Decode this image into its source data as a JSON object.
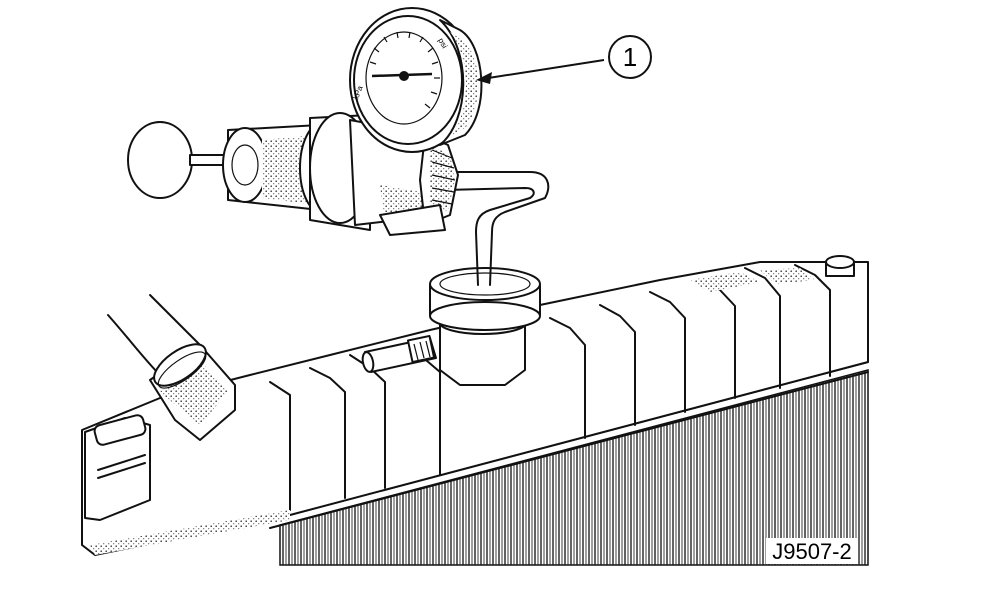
{
  "callouts": [
    {
      "number": "1"
    }
  ],
  "figure_id": "J9507-2",
  "gauge_marks": {
    "unit_left": "kPa",
    "unit_right": "psi"
  }
}
